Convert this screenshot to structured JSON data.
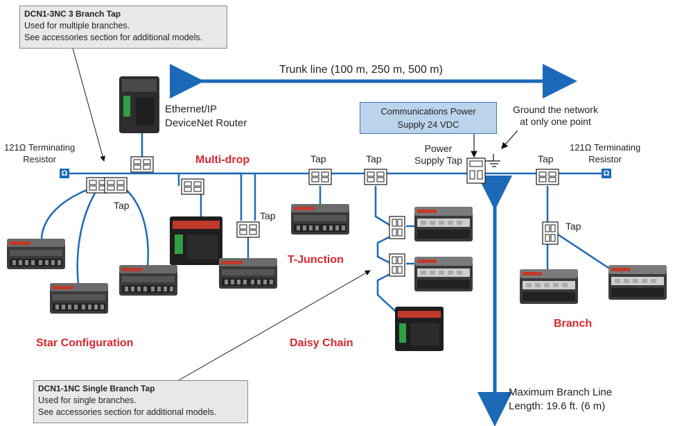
{
  "callout_top": {
    "title": "DCN1-3NC 3 Branch Tap",
    "line1": "Used for multiple branches.",
    "line2": "See accessories section for additional models."
  },
  "callout_bottom": {
    "title": "DCN1-1NC Single Branch Tap",
    "line1": "Used for single branches.",
    "line2": "See accessories section for additional models."
  },
  "trunk_line": "Trunk line (100 m, 250 m, 500 m)",
  "router": {
    "line1": "Ethernet/IP",
    "line2": "DeviceNet Router"
  },
  "power_supply": {
    "line1": "Communications Power",
    "line2": "Supply 24 VDC"
  },
  "ground": {
    "line1": "Ground the network",
    "line2": "at only one point"
  },
  "power_tap": {
    "line1": "Power",
    "line2": "Supply Tap"
  },
  "terminator_left": {
    "line1": "121Ω Terminating",
    "line2": "Resistor"
  },
  "terminator_right": {
    "line1": "121Ω Terminating",
    "line2": "Resistor"
  },
  "ohm_symbol": "Ω",
  "tap_label": "Tap",
  "topologies": {
    "multi_drop": "Multi-drop",
    "t_junction": "T-Junction",
    "star": "Star Configuration",
    "daisy": "Daisy Chain",
    "branch": "Branch"
  },
  "max_branch": {
    "line1": "Maximum Branch Line",
    "line2": "Length: 19.6 ft. (6 m)"
  },
  "colors": {
    "line": "#1c69b8",
    "accent": "#d8262e",
    "callout_bg": "#e8e8e8",
    "power_bg": "#bcd3ec"
  }
}
